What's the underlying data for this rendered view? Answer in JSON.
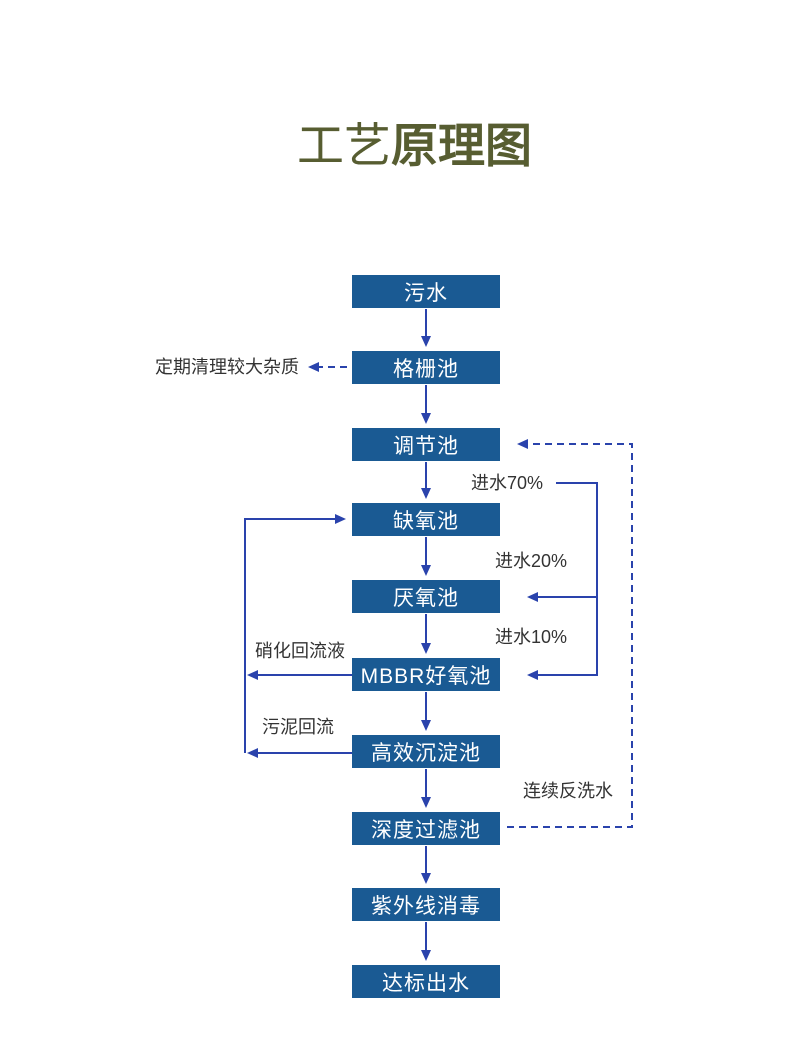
{
  "title": {
    "prefix": "工艺",
    "emphasis": "原理图"
  },
  "flow": {
    "nodes": [
      {
        "label": "污水"
      },
      {
        "label": "格栅池"
      },
      {
        "label": "调节池"
      },
      {
        "label": "缺氧池"
      },
      {
        "label": "厌氧池"
      },
      {
        "label": "MBBR好氧池"
      },
      {
        "label": "高效沉淀池"
      },
      {
        "label": "深度过滤池"
      },
      {
        "label": "紫外线消毒"
      },
      {
        "label": "达标出水"
      }
    ],
    "annotations": {
      "screen_note": "定期清理较大杂质",
      "inflow_70": "进水70%",
      "inflow_20": "进水20%",
      "inflow_10": "进水10%",
      "nitrify_return": "硝化回流液",
      "sludge_return": "污泥回流",
      "backwash": "连续反洗水"
    }
  },
  "colors": {
    "box": "#1a5a93",
    "line": "#2a43ac",
    "title": "#575d31",
    "label": "#333333"
  }
}
